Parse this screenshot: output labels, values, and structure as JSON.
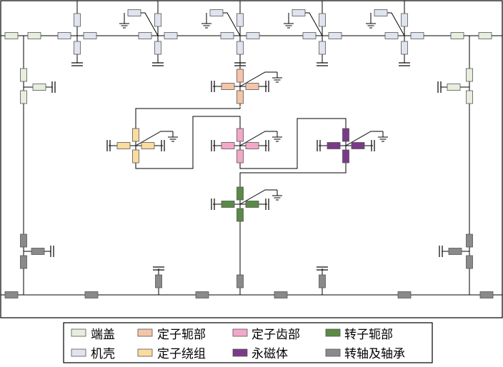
{
  "legend": {
    "items": [
      {
        "key": "end_cover",
        "label": "端盖",
        "color": "#e7eedd"
      },
      {
        "key": "stator_yoke",
        "label": "定子轭部",
        "color": "#f4c5a8"
      },
      {
        "key": "stator_teeth",
        "label": "定子齿部",
        "color": "#f3a8c8"
      },
      {
        "key": "rotor_yoke",
        "label": "转子轭部",
        "color": "#5a8a44"
      },
      {
        "key": "housing",
        "label": "机壳",
        "color": "#e0e4ee"
      },
      {
        "key": "stator_winding",
        "label": "定子绕组",
        "color": "#fbdc9e"
      },
      {
        "key": "permanent_magnet",
        "label": "永磁体",
        "color": "#7b3a88"
      },
      {
        "key": "shaft_bearing",
        "label": "转轴及轴承",
        "color": "#8a8a8a"
      }
    ]
  },
  "colors": {
    "line": "#000000",
    "border": "#000000",
    "resistor_stroke": "#555555"
  }
}
